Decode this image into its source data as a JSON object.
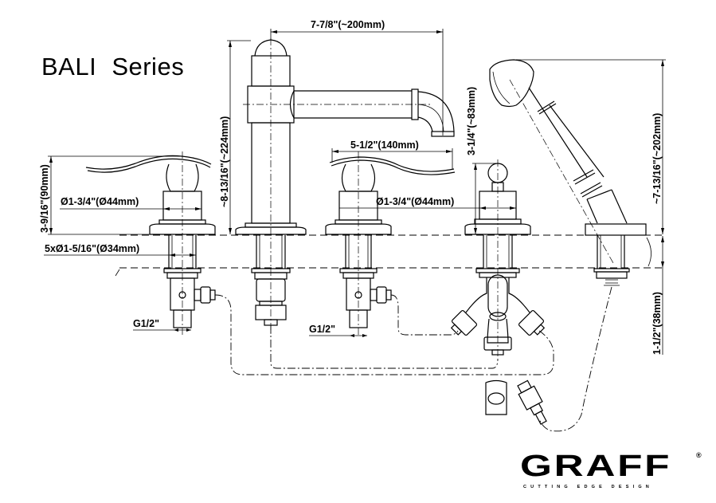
{
  "title": "BALI Series",
  "dimensions": {
    "spout_reach": "7-7/8\"(~200mm)",
    "spout_height": "~8-13/16\"(~224mm)",
    "handle_length": "5-1/2\"(140mm)",
    "diverter_height": "3-1/4\"(~83mm)",
    "handshower_height": "~7-13/16\"(~202mm)",
    "handle_height": "3-9/16\"(90mm)",
    "handle_diameter_left": "Ø1-3/4\"(Ø44mm)",
    "handle_diameter_right": "Ø1-3/4\"(Ø44mm)",
    "hole_diameter": "5xØ1-5/16\"(Ø34mm)",
    "deck_thickness": "1-1/2\"(38mm)",
    "inlet_left": "G1/2\"",
    "inlet_right": "G1/2\""
  },
  "components": [
    {
      "name": "left-handle-valve"
    },
    {
      "name": "spout"
    },
    {
      "name": "right-handle-valve"
    },
    {
      "name": "diverter"
    },
    {
      "name": "handshower"
    }
  ],
  "logo": {
    "brand": "GRAFF",
    "registered": "®",
    "tagline": "CUTTING EDGE DESIGN"
  }
}
